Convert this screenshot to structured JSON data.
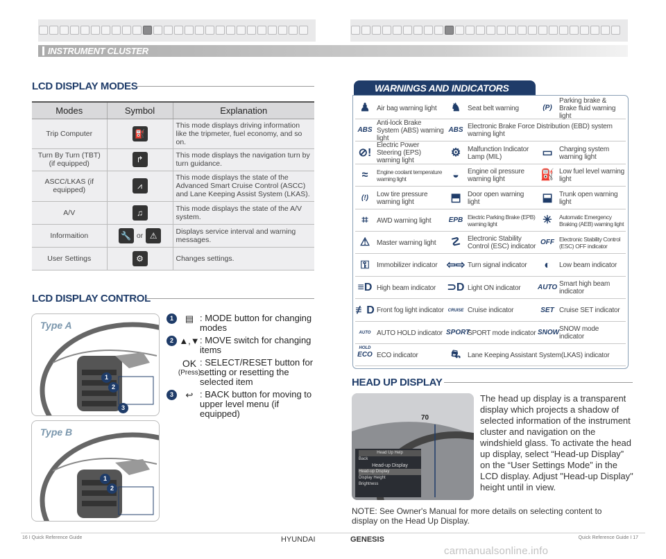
{
  "header": {
    "section_title": "INSTRUMENT CLUSTER"
  },
  "lcd_modes": {
    "heading": "LCD DISPLAY MODES",
    "columns": [
      "Modes",
      "Symbol",
      "Explanation"
    ],
    "or_label": "or",
    "rows": [
      {
        "mode": "Trip Computer",
        "icon": "fuel-pump-icon",
        "explanation": "This mode displays driving information like the tripmeter, fuel economy, and so on."
      },
      {
        "mode": "Turn By Turn (TBT) (if equipped)",
        "icon": "turn-arrow-icon",
        "explanation": "This mode displays the navigation turn by turn guidance."
      },
      {
        "mode": "ASCC/LKAS (if equipped)",
        "icon": "lane-icon",
        "explanation": "This mode displays the state of the Advanced Smart Cruise Control (ASCC) and Lane Keeping Assist System (LKAS)."
      },
      {
        "mode": "A/V",
        "icon": "music-note-icon",
        "explanation": "This mode displays the state of the A/V system."
      },
      {
        "mode": "Informaition",
        "icon": "wrench-icon",
        "explanation": "Displays service interval and warning messages."
      },
      {
        "mode": "User Settings",
        "icon": "gear-icon",
        "explanation": "Changes settings."
      }
    ]
  },
  "lcd_control": {
    "heading": "LCD DISPLAY CONTROL",
    "type_a": "Type A",
    "type_b": "Type B",
    "items": [
      {
        "num": "1",
        "symbol": "",
        "text": ": MODE button for changing modes"
      },
      {
        "num": "2",
        "symbol": "▲,▼",
        "text": ": MOVE switch for changing items"
      },
      {
        "num": "",
        "symbol": "OK",
        "sub": "(Press)",
        "text": ": SELECT/RESET button for setting or resetting the selected item"
      },
      {
        "num": "3",
        "symbol": "↩",
        "text": ": BACK button for moving to upper level menu (if equipped)"
      }
    ]
  },
  "warnings": {
    "heading": "WARNINGS AND INDICATORS",
    "rows": [
      [
        {
          "icon": "airbag-icon",
          "g": "♟",
          "label": "Air bag warning light"
        },
        {
          "icon": "seatbelt-icon",
          "g": "♞",
          "label": "Seat belt warning"
        },
        {
          "icon": "parking-brake-icon",
          "g": "(P)",
          "label": "Parking brake & Brake fluid warning light"
        }
      ],
      [
        {
          "icon": "abs-icon",
          "g": "ABS",
          "label": "Anti-lock Brake System (ABS) warning light"
        },
        {
          "icon": "ebd-icon",
          "g": "ABS",
          "label": "Electronic Brake Force Distribution (EBD) system warning light",
          "wide": true
        }
      ],
      [
        {
          "icon": "eps-icon",
          "g": "⊘!",
          "label": "Electric Power Steering (EPS) warning light"
        },
        {
          "icon": "engine-icon",
          "g": "⚙",
          "label": "Malfunction Indicator Lamp (MIL)"
        },
        {
          "icon": "battery-icon",
          "g": "▭",
          "label": "Charging system warning light"
        }
      ],
      [
        {
          "icon": "coolant-icon",
          "g": "≈",
          "label": "Engine coolant temperature warning light",
          "sm": true
        },
        {
          "icon": "oil-icon",
          "g": "◒",
          "label": "Engine oil pressure warning light"
        },
        {
          "icon": "fuel-icon",
          "g": "⛽",
          "label": "Low fuel level warning light"
        }
      ],
      [
        {
          "icon": "tire-pressure-icon",
          "g": "(!)",
          "label": "Low tire pressure warning light"
        },
        {
          "icon": "door-open-icon",
          "g": "⬒",
          "label": "Door open warning light"
        },
        {
          "icon": "trunk-open-icon",
          "g": "⬓",
          "label": "Trunk open warning light"
        }
      ],
      [
        {
          "icon": "awd-icon",
          "g": "⌗",
          "label": "AWD warning light"
        },
        {
          "icon": "epb-icon",
          "g": "EPB",
          "label": "Electric Parking Brake (EPB) warning light",
          "sm": true
        },
        {
          "icon": "aeb-icon",
          "g": "✳",
          "label": "Automatic Emergency Braking (AEB) warning light",
          "sm": true
        }
      ],
      [
        {
          "icon": "master-warning-icon",
          "g": "⚠",
          "label": "Master warning light"
        },
        {
          "icon": "esc-icon",
          "g": "☡",
          "label": "Electronic Stability Control (ESC) indicator"
        },
        {
          "icon": "esc-off-icon",
          "g": "OFF",
          "label": "Electronic Stability Control (ESC) OFF indicator",
          "sm": true
        }
      ],
      [
        {
          "icon": "immobilizer-icon",
          "g": "⚿",
          "label": "Immobilizer indicator"
        },
        {
          "icon": "turn-signal-icon",
          "g": "⇦⇨",
          "label": "Turn signal indicator"
        },
        {
          "icon": "low-beam-icon",
          "g": "◐",
          "label": "Low beam indicator"
        }
      ],
      [
        {
          "icon": "high-beam-icon",
          "g": "≡D",
          "label": "High beam indicator"
        },
        {
          "icon": "light-on-icon",
          "g": "⊃D",
          "label": "Light ON indicator"
        },
        {
          "icon": "smart-high-beam-icon",
          "g": "AUTO",
          "label": "Smart high beam indicator"
        }
      ],
      [
        {
          "icon": "front-fog-icon",
          "g": "≢D",
          "label": "Front fog light indicator"
        },
        {
          "icon": "cruise-icon",
          "g": "CRUISE",
          "label": "Cruise indicator"
        },
        {
          "icon": "set-icon",
          "g": "SET",
          "label": "Cruise SET indicator"
        }
      ],
      [
        {
          "icon": "auto-hold-icon",
          "g": "AUTO HOLD",
          "label": "AUTO HOLD indicator"
        },
        {
          "icon": "sport-mode-icon",
          "g": "SPORT",
          "label": "SPORT mode indicator"
        },
        {
          "icon": "snow-mode-icon",
          "g": "SNOW",
          "label": "SNOW mode indicator"
        }
      ],
      [
        {
          "icon": "eco-icon",
          "g": "ECO",
          "label": "ECO indicator"
        },
        {
          "icon": "lkas-icon",
          "g": "⛐",
          "label": "Lane Keeping Assistant System(LKAS) indicator",
          "wide": true
        }
      ]
    ]
  },
  "hud": {
    "heading": "HEAD UP DISPLAY",
    "speed": "70",
    "menu_header": "Head Up Help",
    "menu_items": [
      "Back",
      "Head-up Display",
      "Head-up Display",
      "Display Height",
      "Brightness"
    ],
    "body": "The head up display is a transparent display which projects a shadow of selected information of the instrument cluster and navigation on the windshield glass. To activate the head up display, select “Head-up Display” on the “User Settings Mode” in the LCD display. Adjust \"Head-up Display\" height until in view.",
    "note": "NOTE: See Owner's Manual for more details on selecting content to display on the Head Up Display."
  },
  "footer": {
    "left": "16 I Quick Reference Guide",
    "right": "Quick Reference Guide I 17",
    "brand_left": "HYUNDAI",
    "brand_right": "GENESIS",
    "watermark": "carmanualsonline.info"
  }
}
